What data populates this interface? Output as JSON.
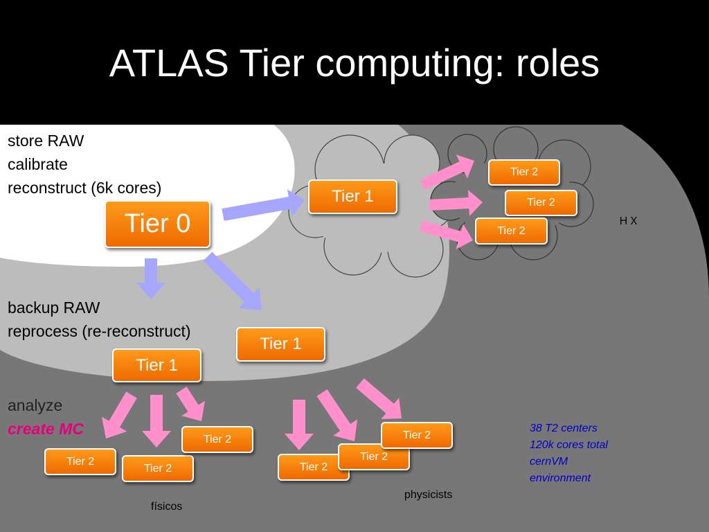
{
  "title": "ATLAS Tier computing: roles",
  "roles": {
    "tier0": [
      "store RAW",
      "calibrate",
      "reconstruct (6k cores)"
    ],
    "tier1": [
      "backup RAW",
      "reprocess (re-reconstruct)"
    ],
    "tier2_line1": "analyze",
    "tier2_line2": "create MC"
  },
  "nodes": {
    "tier0": "Tier 0",
    "tier1": "Tier 1",
    "tier2": "Tier 2"
  },
  "note": [
    "38 T2 centers",
    "120k cores total",
    "cernVM",
    "environment"
  ],
  "captions": {
    "fisicos": "físicos",
    "physicists": "physicists",
    "glyphs": "ＨＸ"
  },
  "colors": {
    "background": "#000000",
    "zone_tier2": "#777777",
    "zone_tier1": "#bcbcbc",
    "zone_tier0": "#ffffff",
    "node_orange": "#f57c00",
    "arrow_blue": "#a6a6ff",
    "arrow_pink": "#ff90cc",
    "create_mc": "#e6007e",
    "note_blue": "#0000cc"
  }
}
